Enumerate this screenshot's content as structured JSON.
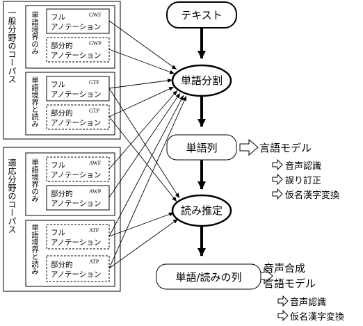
{
  "corpus_groups": [
    {
      "label": "一般分野のコーパス",
      "subgroups": [
        {
          "label": "単語境界のみ",
          "boxes": [
            {
              "line1": "フル",
              "line2": "アノテーション",
              "code": "GWF",
              "style": "solid"
            },
            {
              "line1": "部分的",
              "line2": "アノテーション",
              "code": "GWP",
              "style": "dashed"
            }
          ]
        },
        {
          "label": "単語境界と読み",
          "boxes": [
            {
              "line1": "フル",
              "line2": "アノテーション",
              "code": "GTF",
              "style": "solid"
            },
            {
              "line1": "部分的",
              "line2": "アノテーション",
              "code": "GTP",
              "style": "dashed"
            }
          ]
        }
      ]
    },
    {
      "label": "適応分野のコーパス",
      "subgroups": [
        {
          "label": "単語境界のみ",
          "boxes": [
            {
              "line1": "フル",
              "line2": "アノテーション",
              "code": "AWF",
              "style": "dashed"
            },
            {
              "line1": "部分的",
              "line2": "アノテーション",
              "code": "AWP",
              "style": "solid"
            }
          ]
        },
        {
          "label": "単語境界と読み",
          "boxes": [
            {
              "line1": "フル",
              "line2": "アノテーション",
              "code": "ATF",
              "style": "dashed"
            },
            {
              "line1": "部分的",
              "line2": "アノテーション",
              "code": "ATP",
              "style": "dashed"
            }
          ]
        }
      ]
    }
  ],
  "pipeline": {
    "text": "テキスト",
    "segmentation": "単語分割",
    "word_sequence": "単語列",
    "reading_estimation": "読み推定",
    "word_reading_sequence": "単語/読みの列"
  },
  "outputs_word_sequence": {
    "heading": "言語モデル",
    "items": [
      "音声認識",
      "誤り訂正",
      "仮名漢字変換"
    ]
  },
  "outputs_word_reading": {
    "heading1": "音声合成",
    "heading2": "言語モデル",
    "items": [
      "音声認識",
      "仮名漢字変換"
    ]
  },
  "icons": {
    "open_arrow": "open-right-arrow-icon",
    "bullet": "white-right-arrow-icon"
  },
  "colors": {
    "ink": "#000000",
    "paper": "#ffffff"
  }
}
